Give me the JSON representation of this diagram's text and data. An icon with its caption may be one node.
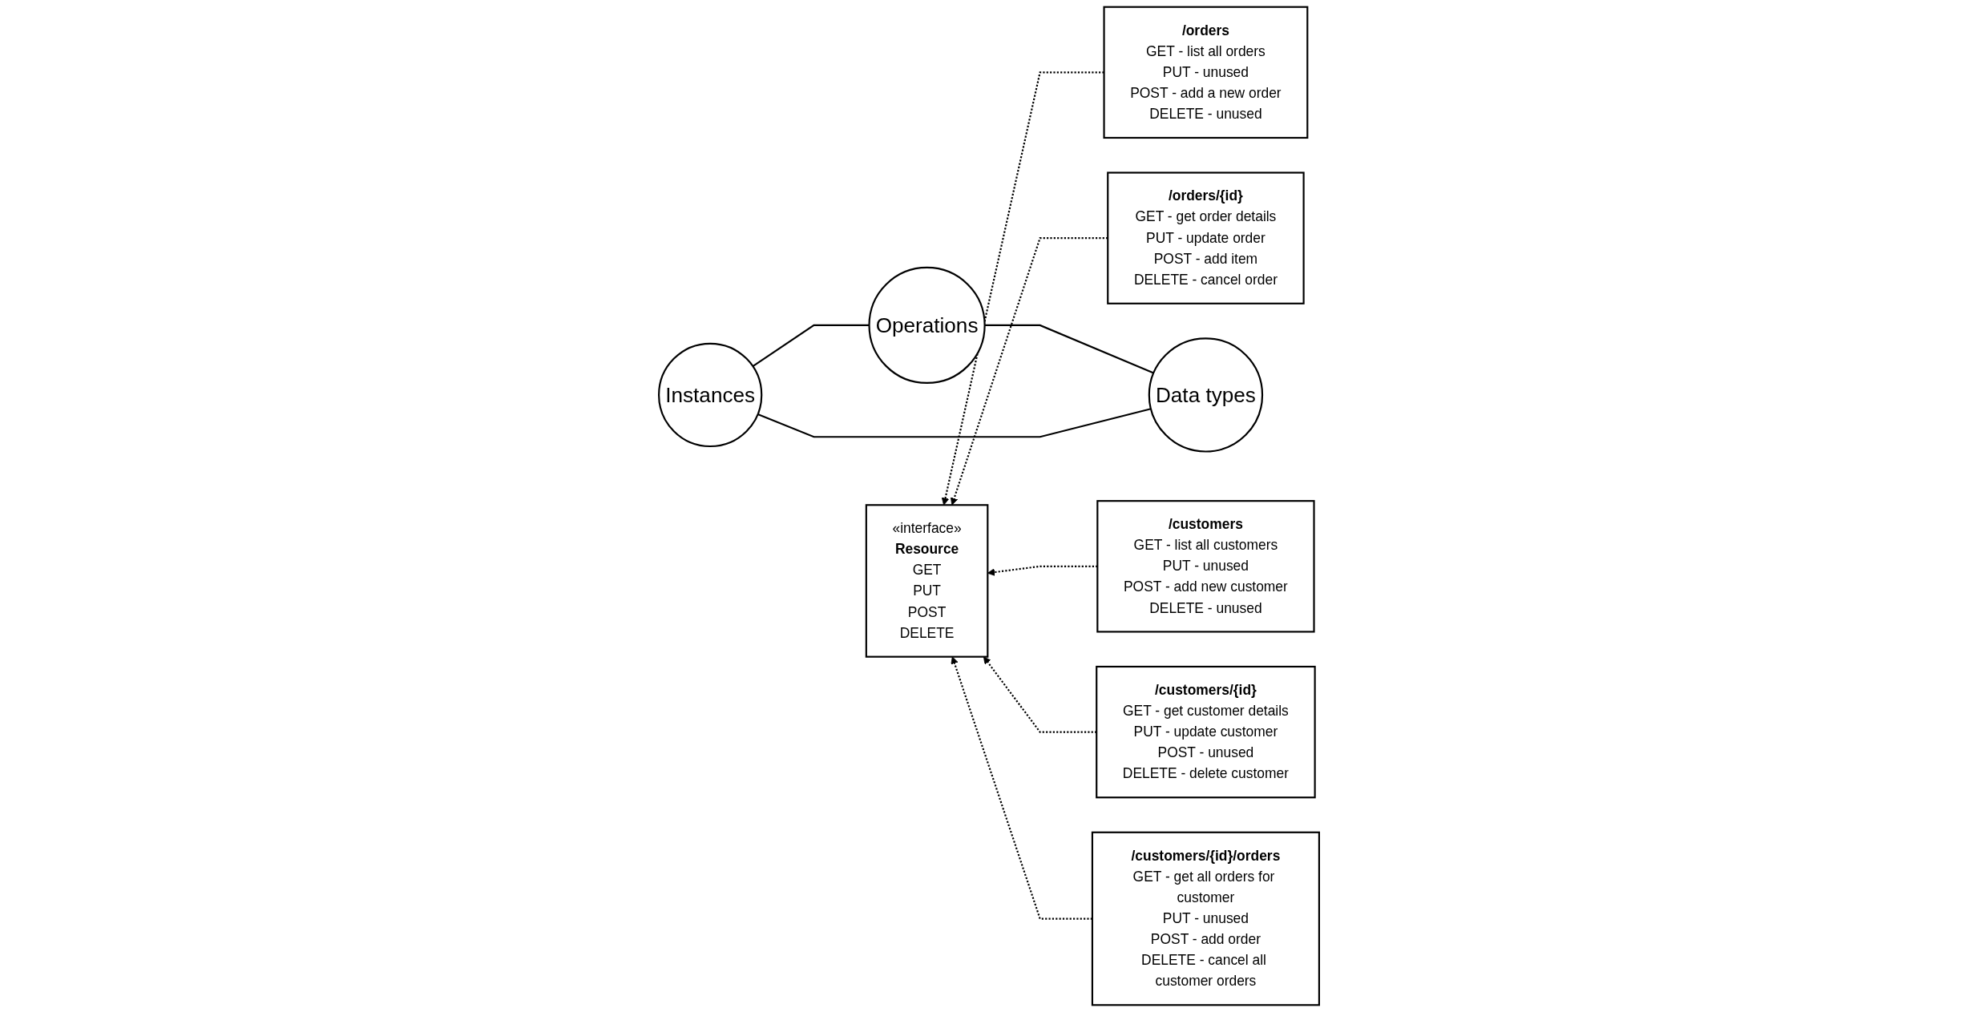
{
  "diagram": {
    "nodes": [
      {
        "text": [
          "Data types"
        ]
      },
      {
        "text": [
          "Operations"
        ]
      },
      {
        "text": [
          "Instances"
        ]
      },
      {
        "text": [
          "«interface»",
          "Resource",
          "GET",
          "PUT",
          "POST",
          "DELETE"
        ]
      },
      {
        "text": [
          "/orders",
          "GET - list all orders",
          "PUT - unused",
          "POST - add a new order",
          "DELETE -  unused"
        ]
      },
      {
        "text": [
          "/orders/{id}",
          "GET - get order details",
          "PUT - update order",
          "POST - add item",
          "DELETE - cancel order"
        ]
      },
      {
        "text": [
          "/customers",
          "GET - list all customers",
          "PUT - unused",
          "POST - add new customer",
          "DELETE - unused"
        ]
      },
      {
        "text": [
          "/customers/{id}",
          "GET - get customer details",
          "PUT - update customer",
          "POST - unused",
          "DELETE - delete customer"
        ]
      },
      {
        "text": [
          "/customers/{id}/orders",
          "GET - get all orders for customer",
          "PUT - unused",
          "POST - add order",
          "DELETE - cancel all customer orders"
        ]
      }
    ],
    "edges": [
      {
        "from": 0,
        "to": 1,
        "arrow": "none"
      },
      {
        "from": 0,
        "to": 2,
        "arrow": "none"
      },
      {
        "from": 1,
        "to": 2,
        "arrow": "none"
      },
      {
        "from": 4,
        "to": 3,
        "arrow": "to",
        "style": "dashed"
      },
      {
        "from": 5,
        "to": 3,
        "arrow": "to",
        "style": "dashed"
      },
      {
        "from": 6,
        "to": 3,
        "arrow": "to",
        "style": "dashed"
      },
      {
        "from": 7,
        "to": 3,
        "arrow": "to",
        "style": "dashed"
      },
      {
        "from": 8,
        "to": 3,
        "arrow": "to",
        "style": "dashed"
      }
    ]
  }
}
